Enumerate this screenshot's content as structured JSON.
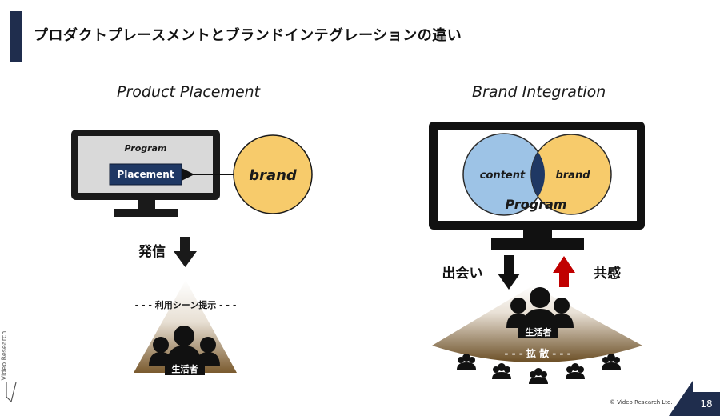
{
  "slide": {
    "title": "プロダクトプレースメントとブランドインテグレーションの違い",
    "page_number": "18",
    "copyright": "© Video Research Ltd.",
    "side_logo_text": "Video Research"
  },
  "left": {
    "heading": "Product Placement",
    "program_label": "Program",
    "placement_label": "Placement",
    "brand_label": "brand",
    "transmit_label": "発信",
    "scene_label": "- - - 利用シーン提示 - - -",
    "consumer_label": "生活者"
  },
  "right": {
    "heading": "Brand Integration",
    "content_label": "content",
    "brand_label": "brand",
    "program_label": "Program",
    "encounter_label": "出会い",
    "empathy_label": "共感",
    "consumer_label": "生活者",
    "spread_label": "- - - 拡 散 - - -"
  },
  "colors": {
    "navy": "#1f2d4d",
    "brand_yellow": "#f7cb6b",
    "content_blue": "#9dc3e6",
    "placement_blue": "#1f3864",
    "screen_gray": "#d9d9d9",
    "arrow_red": "#c00000"
  }
}
